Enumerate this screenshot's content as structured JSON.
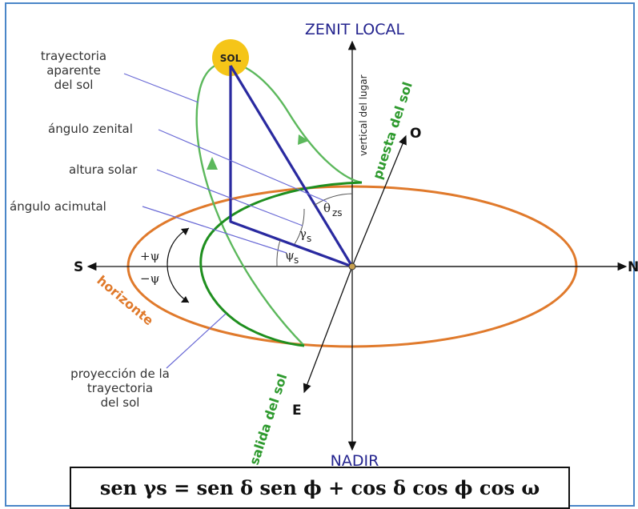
{
  "labels": {
    "zenit": "ZENIT LOCAL",
    "nadir": "NADIR",
    "north": "N",
    "south": "S",
    "east": "E",
    "west": "O",
    "sun": "SOL",
    "vertical": "vertical del lugar",
    "sunset": "puesta del sol",
    "sunrise": "salida del sol",
    "horizon": "horizonte",
    "apparent_path_1": "trayectoria",
    "apparent_path_2": "aparente",
    "apparent_path_3": "del sol",
    "zenith_angle": "ángulo zenital",
    "solar_altitude": "altura solar",
    "azimuth_angle": "ángulo acimutal",
    "projection_1": "proyección de la",
    "projection_2": "trayectoria",
    "projection_3": "del sol",
    "plus_psi": "+ψ",
    "minus_psi": "−ψ",
    "theta": "θ",
    "theta_sub": "zs",
    "gamma": "γ",
    "gamma_sub": "s",
    "psi": "ψ",
    "psi_sub": "s"
  },
  "formula": "sen γs = sen δ sen ϕ + cos δ cos ϕ cos ω",
  "colors": {
    "frame": "#4a86c8",
    "sun_path": "#5cb85c",
    "projection": "#1f8f1f",
    "horizon": "#e07a2c",
    "triangle": "#2a2aa0",
    "leader": "#6b6bd6",
    "sun": "#f5c518"
  }
}
